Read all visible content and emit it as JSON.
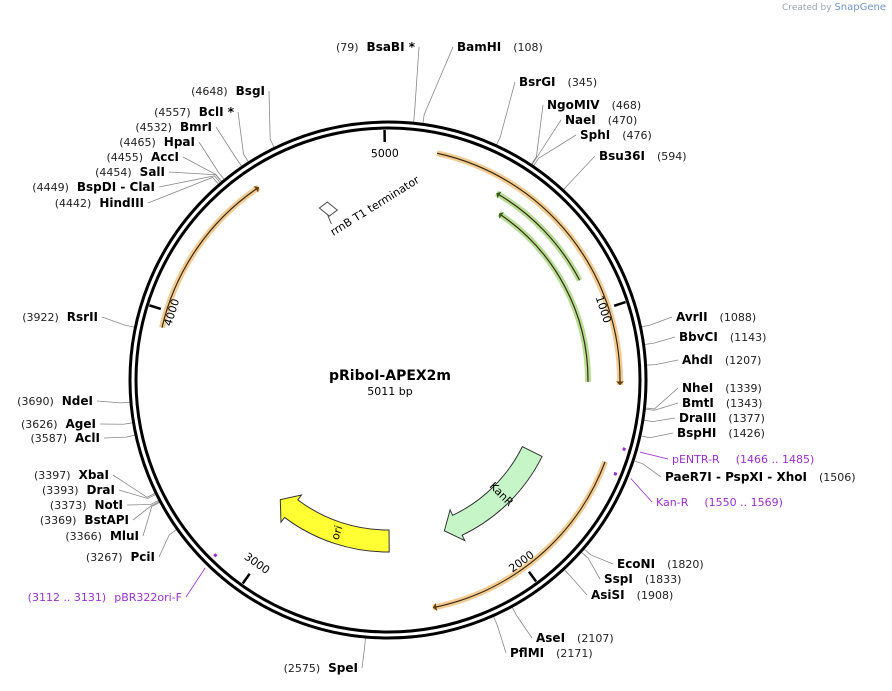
{
  "credit": {
    "text": "Created by",
    "brand": "SnapGene"
  },
  "plasmid": {
    "name": "pRiboI-APEX2m",
    "size_label": "5011 bp",
    "length": 5011
  },
  "ticks": [
    {
      "pos": 5000,
      "label": "5000"
    },
    {
      "pos": 1000,
      "label": "1000"
    },
    {
      "pos": 2000,
      "label": "2000"
    },
    {
      "pos": 3000,
      "label": "3000"
    },
    {
      "pos": 4000,
      "label": "4000"
    }
  ],
  "sites": [
    {
      "name": "BsaBI *",
      "pos_label": "(79)",
      "pos": 79,
      "side": "L"
    },
    {
      "name": "BamHI",
      "pos_label": "(108)",
      "pos": 108,
      "side": "R"
    },
    {
      "name": "BsrGI",
      "pos_label": "(345)",
      "pos": 345,
      "side": "R"
    },
    {
      "name": "NgoMIV",
      "pos_label": "(468)",
      "pos": 468,
      "side": "R"
    },
    {
      "name": "NaeI",
      "pos_label": "(470)",
      "pos": 470,
      "side": "R"
    },
    {
      "name": "SphI",
      "pos_label": "(476)",
      "pos": 476,
      "side": "R"
    },
    {
      "name": "Bsu36I",
      "pos_label": "(594)",
      "pos": 594,
      "side": "R"
    },
    {
      "name": "AvrII",
      "pos_label": "(1088)",
      "pos": 1088,
      "side": "R"
    },
    {
      "name": "BbvCI",
      "pos_label": "(1143)",
      "pos": 1143,
      "side": "R"
    },
    {
      "name": "AhdI",
      "pos_label": "(1207)",
      "pos": 1207,
      "side": "R"
    },
    {
      "name": "NheI",
      "pos_label": "(1339)",
      "pos": 1339,
      "side": "R"
    },
    {
      "name": "BmtI",
      "pos_label": "(1343)",
      "pos": 1343,
      "side": "R"
    },
    {
      "name": "DraIII",
      "pos_label": "(1377)",
      "pos": 1377,
      "side": "R"
    },
    {
      "name": "BspHI",
      "pos_label": "(1426)",
      "pos": 1426,
      "side": "R"
    },
    {
      "name": "PaeR7I  - PspXI  - XhoI",
      "pos_label": "(1506)",
      "pos": 1506,
      "side": "R"
    },
    {
      "name": "EcoNI",
      "pos_label": "(1820)",
      "pos": 1820,
      "side": "R"
    },
    {
      "name": "SspI",
      "pos_label": "(1833)",
      "pos": 1833,
      "side": "R"
    },
    {
      "name": "AsiSI",
      "pos_label": "(1908)",
      "pos": 1908,
      "side": "R"
    },
    {
      "name": "AseI",
      "pos_label": "(2107)",
      "pos": 2107,
      "side": "R"
    },
    {
      "name": "PflMI",
      "pos_label": "(2171)",
      "pos": 2171,
      "side": "R"
    },
    {
      "name": "SpeI",
      "pos_label": "(2575)",
      "pos": 2575,
      "side": "L"
    },
    {
      "name": "PciI",
      "pos_label": "(3267)",
      "pos": 3267,
      "side": "L"
    },
    {
      "name": "MluI",
      "pos_label": "(3366)",
      "pos": 3366,
      "side": "L"
    },
    {
      "name": "BstAPI",
      "pos_label": "(3369)",
      "pos": 3369,
      "side": "L"
    },
    {
      "name": "NotI",
      "pos_label": "(3373)",
      "pos": 3373,
      "side": "L"
    },
    {
      "name": "DraI",
      "pos_label": "(3393)",
      "pos": 3393,
      "side": "L"
    },
    {
      "name": "XbaI",
      "pos_label": "(3397)",
      "pos": 3397,
      "side": "L"
    },
    {
      "name": "AclI",
      "pos_label": "(3587)",
      "pos": 3587,
      "side": "L"
    },
    {
      "name": "AgeI",
      "pos_label": "(3626)",
      "pos": 3626,
      "side": "L"
    },
    {
      "name": "NdeI",
      "pos_label": "(3690)",
      "pos": 3690,
      "side": "L"
    },
    {
      "name": "RsrII",
      "pos_label": "(3922)",
      "pos": 3922,
      "side": "L"
    },
    {
      "name": "HindIII",
      "pos_label": "(4442)",
      "pos": 4442,
      "side": "L"
    },
    {
      "name": "BspDI  - ClaI",
      "pos_label": "(4449)",
      "pos": 4449,
      "side": "L"
    },
    {
      "name": "SalI",
      "pos_label": "(4454)",
      "pos": 4454,
      "side": "L"
    },
    {
      "name": "AccI",
      "pos_label": "(4455)",
      "pos": 4455,
      "side": "L"
    },
    {
      "name": "HpaI",
      "pos_label": "(4465)",
      "pos": 4465,
      "side": "L"
    },
    {
      "name": "BmrI",
      "pos_label": "(4532)",
      "pos": 4532,
      "side": "L"
    },
    {
      "name": "BclI *",
      "pos_label": "(4557)",
      "pos": 4557,
      "side": "L"
    },
    {
      "name": "BsgI",
      "pos_label": "(4648)",
      "pos": 4648,
      "side": "L"
    }
  ],
  "primers": [
    {
      "name": "pENTR-R",
      "range": "(1466 .. 1485)",
      "pos": 1475,
      "side": "R"
    },
    {
      "name": "Kan-R",
      "range": "(1550 .. 1569)",
      "pos": 1560,
      "side": "R"
    },
    {
      "name": "pBR322ori-F",
      "range": "(3112 .. 3131)",
      "pos": 3121,
      "side": "L"
    }
  ],
  "features": [
    {
      "name": "",
      "kind": "orange-arrow",
      "start": 170,
      "end": 1270,
      "color": "#e8a33c"
    },
    {
      "name": "",
      "kind": "green-arrow",
      "start": 1260,
      "end": 470,
      "color": "#7cc142"
    },
    {
      "name": "",
      "kind": "green-arrow",
      "start": 870,
      "end": 420,
      "color": "#7cc142"
    },
    {
      "name": "",
      "kind": "orange-arrow",
      "start": 1540,
      "end": 2350,
      "color": "#e8a33c"
    },
    {
      "name": "",
      "kind": "orange-arrow",
      "start": 3940,
      "end": 4540,
      "color": "#e8a33c"
    },
    {
      "name": "KanR",
      "kind": "block-arrow",
      "start": 1620,
      "end": 2220,
      "color": "#c6f5c8"
    },
    {
      "name": "ori",
      "kind": "block-arrow",
      "start": 2500,
      "end": 3090,
      "color": "#ffff33"
    },
    {
      "name": "rrnB T1 terminator",
      "kind": "terminator",
      "start": 4740,
      "end": 4760,
      "color": "#ffffff"
    }
  ]
}
